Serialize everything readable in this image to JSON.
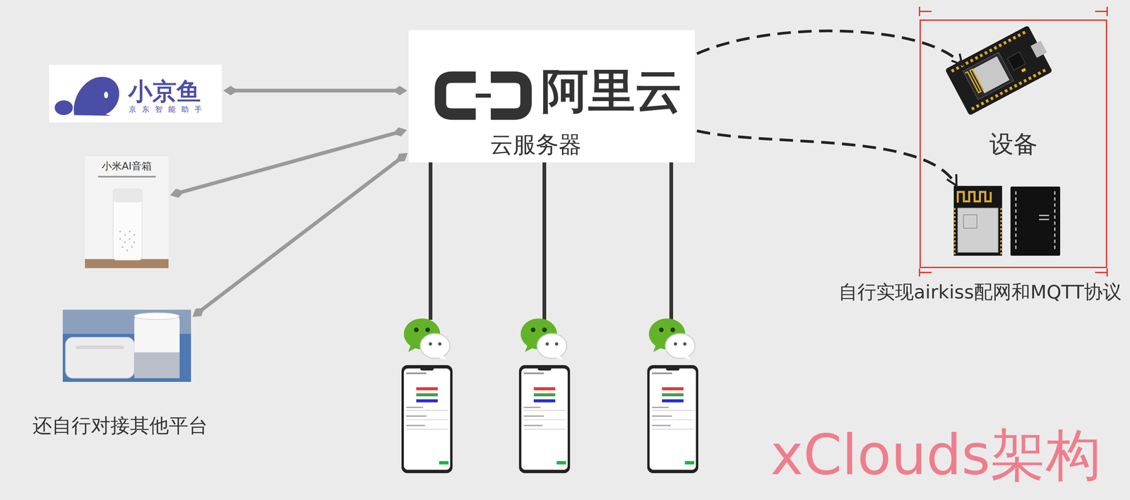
{
  "diagram": {
    "title": "xClouds架构",
    "nodes": [
      {
        "text": [
          "小京鱼",
          "京东智能助手"
        ]
      },
      {
        "text": [
          "阿里云",
          "云服务器"
        ]
      },
      {
        "text": [
          "小米AI音箱"
        ]
      },
      {
        "text": [
          "还自行对接其他平台"
        ]
      },
      {
        "text": [
          "设备",
          "自行实现airkiss配网和MQTT协议"
        ]
      }
    ],
    "edges": [
      {
        "from": 0,
        "to": 1,
        "arrow": "both"
      },
      {
        "from": 2,
        "to": 1,
        "arrow": "both"
      },
      {
        "from": 3,
        "to": 1,
        "arrow": "both"
      },
      {
        "from": 1,
        "to": 4,
        "arrow": "to"
      },
      {
        "from": 1,
        "to": 4,
        "arrow": "to"
      }
    ]
  }
}
